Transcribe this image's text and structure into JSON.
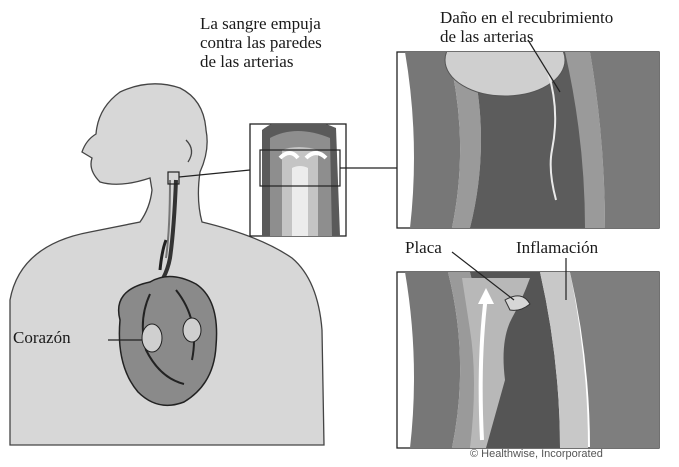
{
  "labels": {
    "blood_pushes": [
      "La sangre empuja",
      "contra las paredes",
      "de las arterias"
    ],
    "artery_damage": [
      "Daño en el recubrimiento",
      "de las arterias"
    ],
    "plaque": "Placa",
    "inflammation": "Inflamación",
    "heart": "Corazón"
  },
  "credit": "© Healthwise, Incorporated"
}
